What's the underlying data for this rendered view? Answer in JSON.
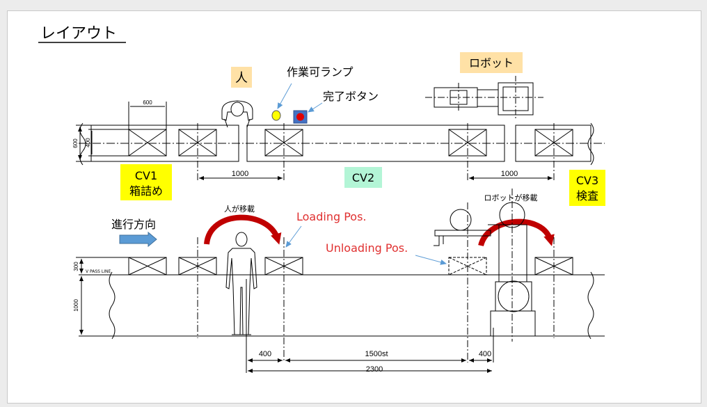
{
  "title": "レイアウト",
  "labels": {
    "person": "人",
    "lamp": "作業可ランプ",
    "button": "完了ボタン",
    "robot": "ロボット",
    "cv1_line1": "CV1",
    "cv1_line2": "箱詰め",
    "cv2": "CV2",
    "cv3_line1": "CV3",
    "cv3_line2": "検査",
    "direction": "進行方向",
    "person_moves": "人が移載",
    "robot_moves": "ロボットが移載",
    "loading": "Loading Pos.",
    "unloading": "Unloading Pos.",
    "pass_line": "V PASS LINE"
  },
  "dimensions": {
    "top_600": "600",
    "top_1000_left": "1000",
    "top_1000_right": "1000",
    "side_600": "600",
    "side_400": "400",
    "side_300": "300",
    "side_1000": "1000",
    "bottom_400_left": "400",
    "bottom_1500st": "1500st",
    "bottom_400_right": "400",
    "bottom_2300": "2300"
  },
  "colors": {
    "label_bg_orange": "#ffe1a6",
    "label_bg_yellow": "#ffff00",
    "label_bg_green": "#b3f5d6",
    "lamp_yellow": "#ffff00",
    "button_blue": "#4472c4",
    "button_red": "#e00000",
    "arrow_red": "#c00000",
    "direction_arrow": "#5b9bd5",
    "callout_line": "#5b9bd5",
    "text_red": "#e03030"
  }
}
